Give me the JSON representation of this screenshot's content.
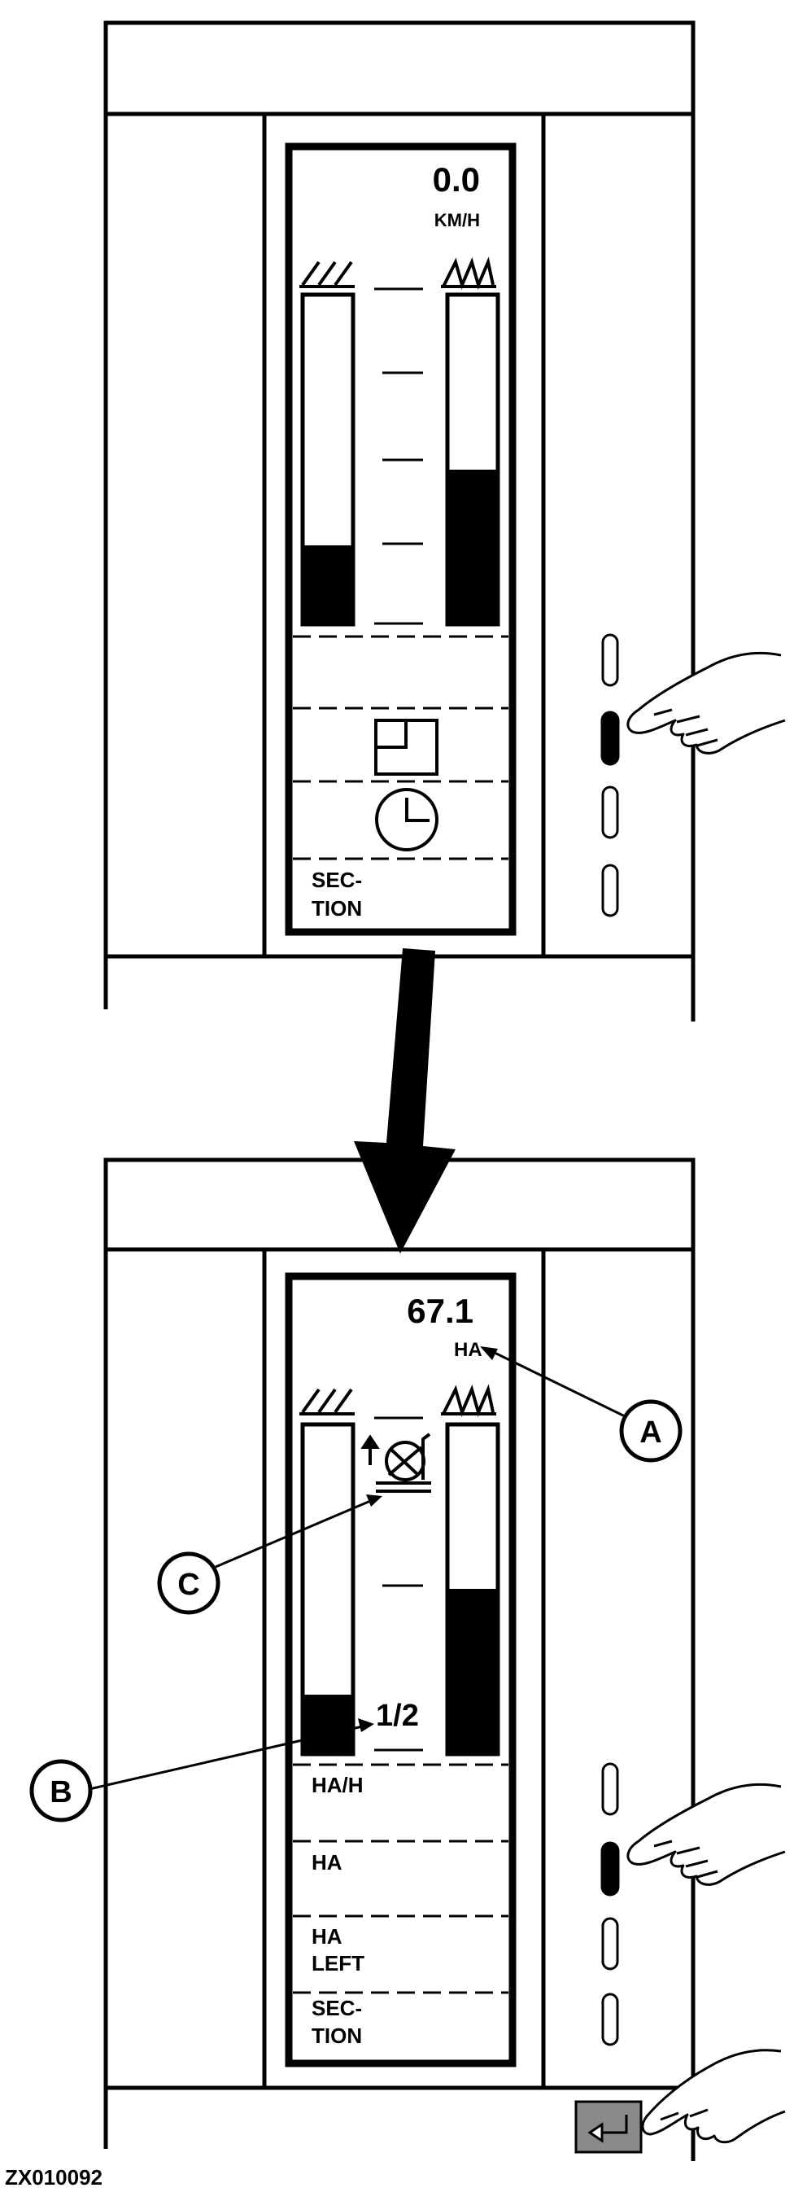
{
  "figure_id": "ZX010092",
  "colors": {
    "stroke": "#000000",
    "background": "#ffffff",
    "return_key": "#8a8a8a"
  },
  "top_panel": {
    "value": "0.0",
    "unit": "KM/H",
    "left_gauge": {
      "icon": "crop-hatch-icon",
      "fill_fraction": 0.24
    },
    "right_gauge": {
      "icon": "crop-wave-icon",
      "fill_fraction": 0.47
    },
    "row_icons": [
      "field-area-icon",
      "clock-icon"
    ],
    "bottom_label_line1": "SEC-",
    "bottom_label_line2": "TION",
    "pressed_button_index": 1
  },
  "bottom_panel": {
    "value": "67.1",
    "unit": "HA",
    "left_gauge": {
      "icon": "crop-hatch-icon",
      "fill_fraction": 0.18
    },
    "right_gauge": {
      "icon": "crop-wave-icon",
      "fill_fraction": 0.5
    },
    "header_icon": "cutting-width-icon",
    "fraction": "1/2",
    "rows": [
      "HA/H",
      "HA",
      "HA",
      "LEFT",
      "SEC-",
      "TION"
    ],
    "pressed_button_index": 1,
    "return_key_icon": "return-arrow-icon"
  },
  "callouts": [
    "A",
    "B",
    "C"
  ]
}
